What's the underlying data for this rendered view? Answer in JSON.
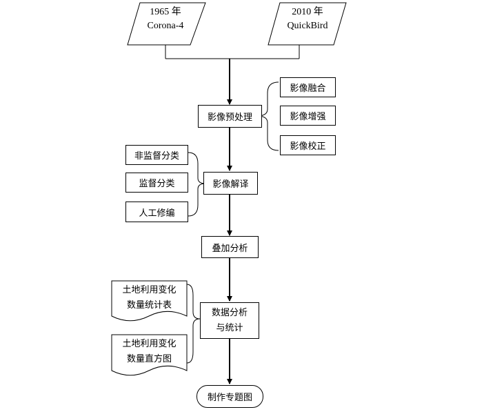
{
  "inputs": {
    "left": {
      "line1": "1965 年",
      "line2": "Corona-4"
    },
    "right": {
      "line1": "2010 年",
      "line2": "QuickBird"
    }
  },
  "preprocess": {
    "label": "影像预处理",
    "substeps": [
      "影像融合",
      "影像增强",
      "影像校正"
    ]
  },
  "interpretation": {
    "label": "影像解译",
    "methods": [
      "非监督分类",
      "监督分类",
      "人工修编"
    ]
  },
  "overlay": {
    "label": "叠加分析"
  },
  "statistics": {
    "line1": "数据分析",
    "line2": "与统计",
    "outputs": [
      {
        "line1": "土地利用变化",
        "line2": "数量统计表"
      },
      {
        "line1": "土地利用变化",
        "line2": "数量直方图"
      }
    ]
  },
  "final": {
    "label": "制作专题图"
  }
}
